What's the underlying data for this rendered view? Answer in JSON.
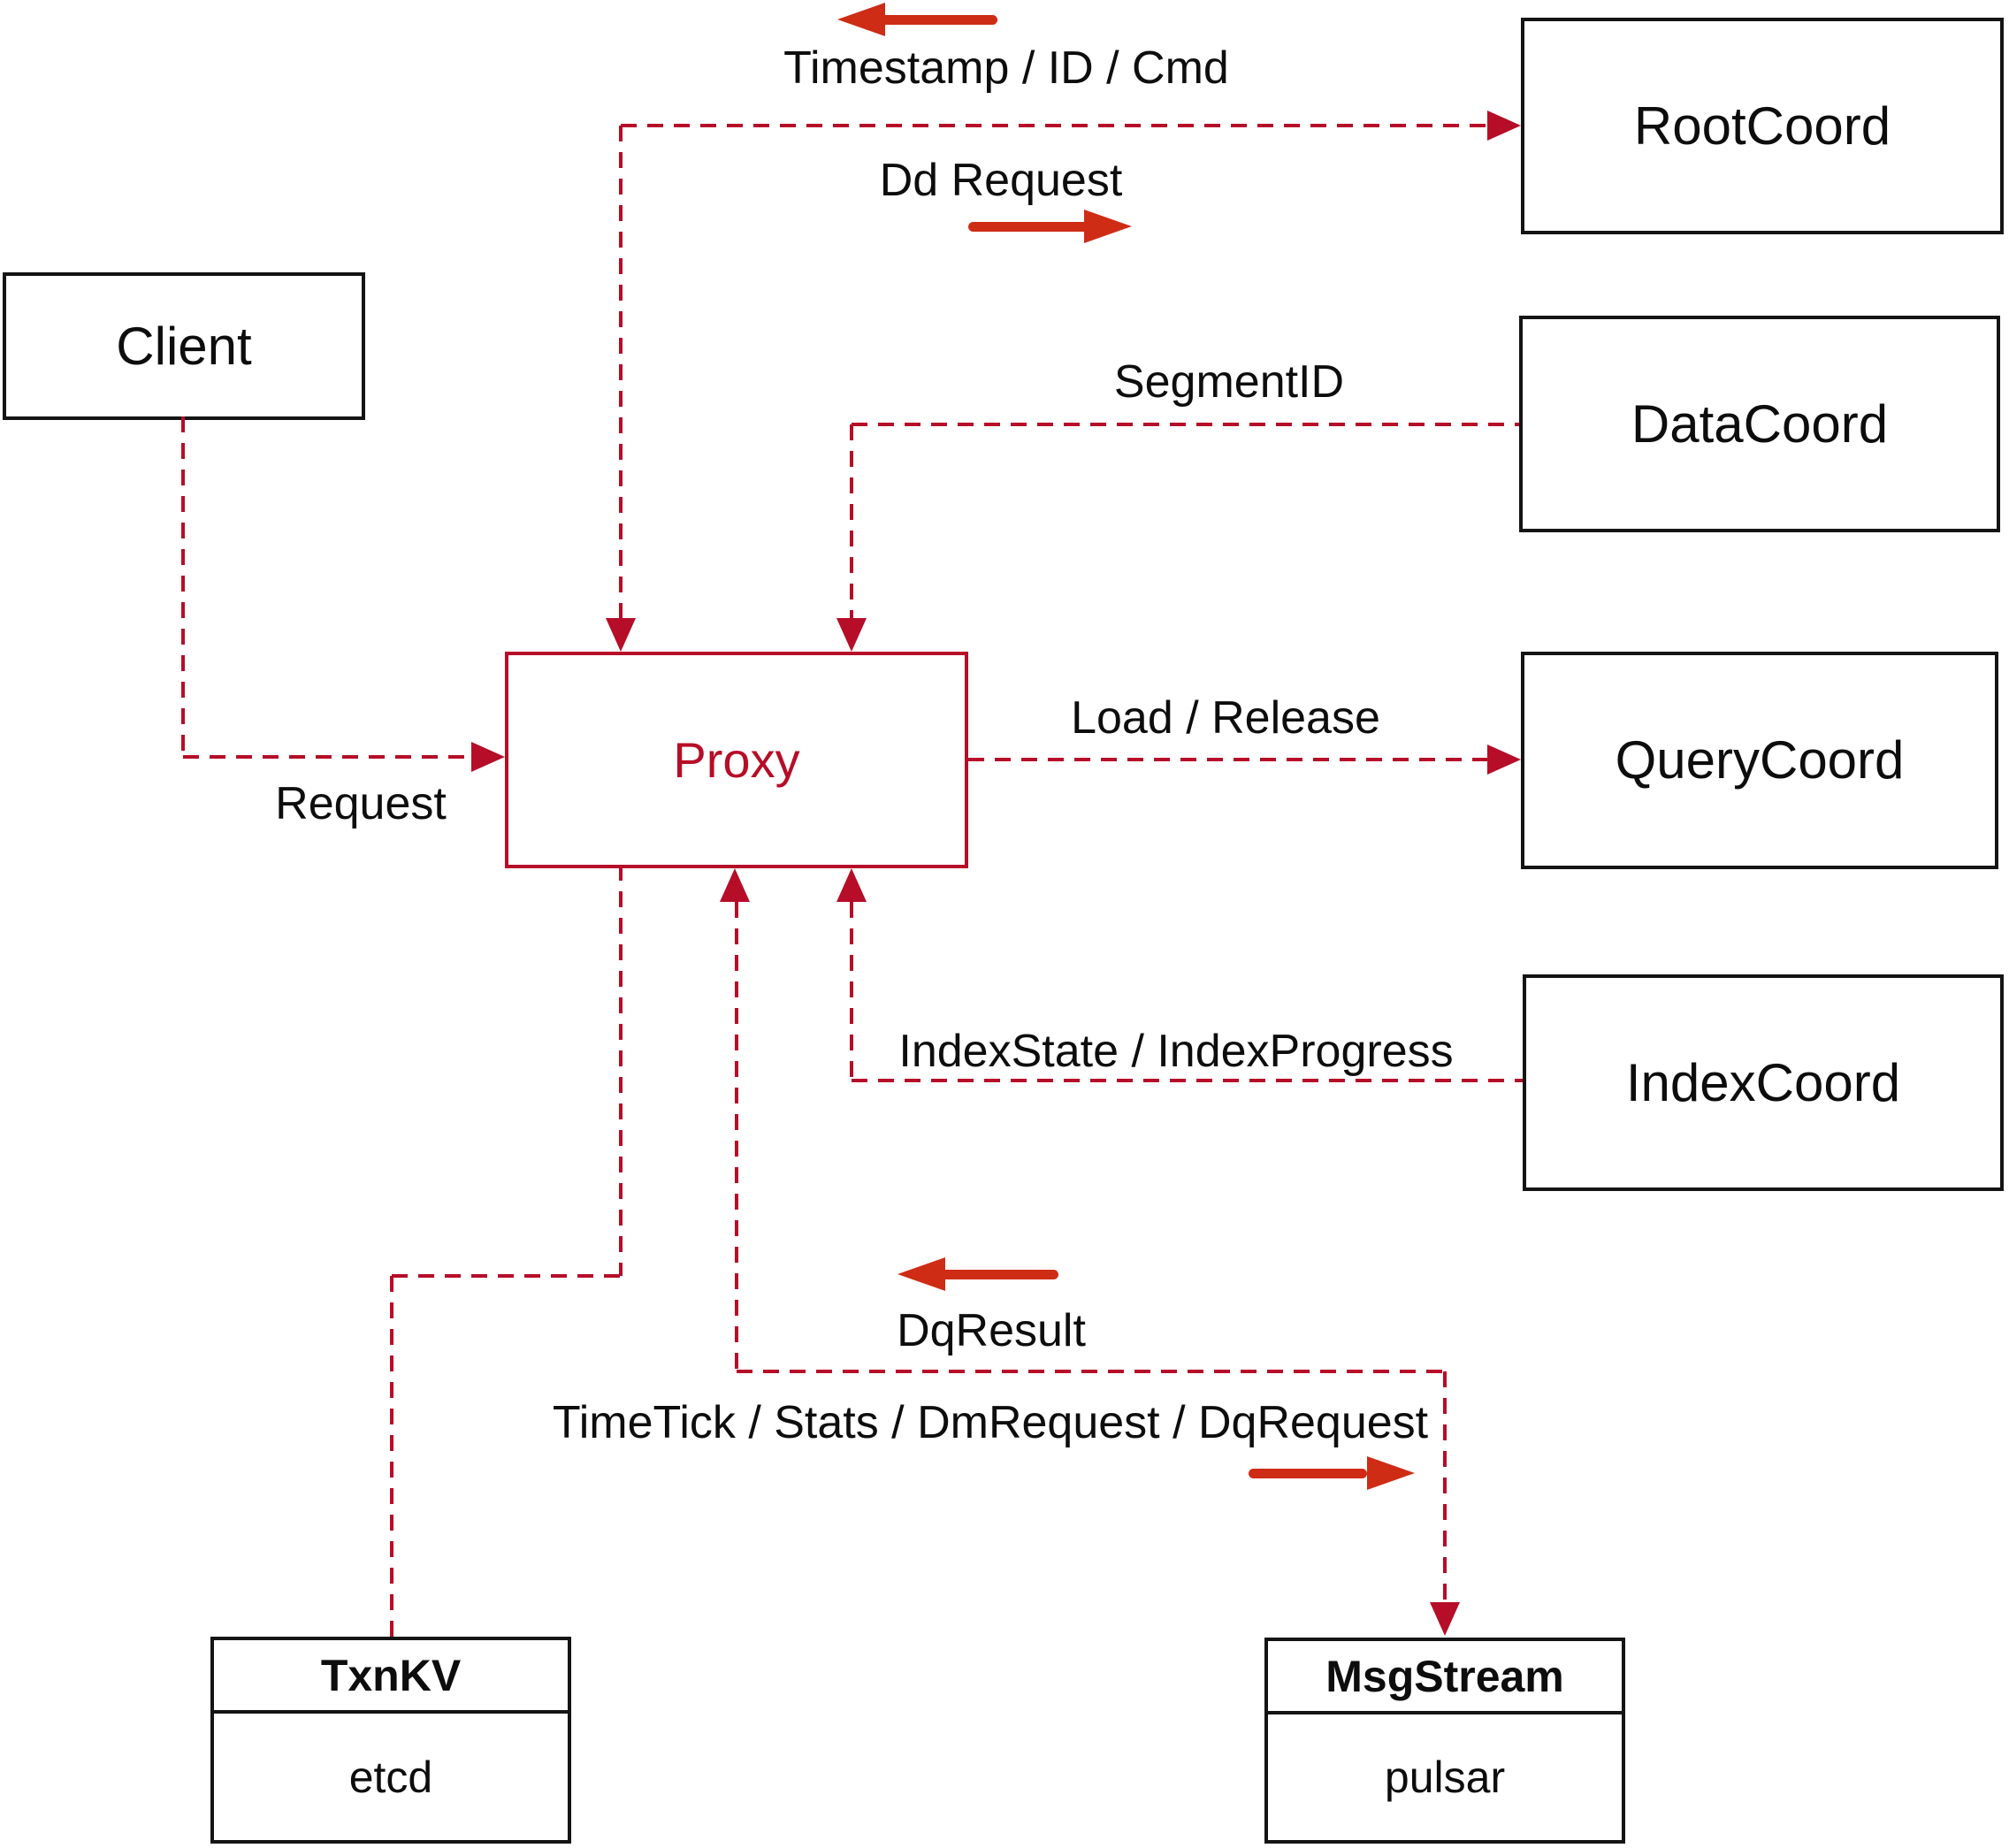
{
  "colors": {
    "dashed_red": "#b60d28",
    "solid_red": "#ce2c15",
    "box_border": "#141414",
    "text": "#0d0d0d",
    "background": "#ffffff"
  },
  "nodes": {
    "client": {
      "label": "Client"
    },
    "proxy": {
      "label": "Proxy"
    },
    "rootcoord": {
      "label": "RootCoord"
    },
    "datacoord": {
      "label": "DataCoord"
    },
    "querycoord": {
      "label": "QueryCoord"
    },
    "indexcoord": {
      "label": "IndexCoord"
    },
    "txnkv": {
      "title": "TxnKV",
      "subtitle": "etcd"
    },
    "msgstream": {
      "title": "MsgStream",
      "subtitle": "pulsar"
    }
  },
  "edge_labels": {
    "timestamp": "Timestamp / ID / Cmd",
    "dd_request": "Dd Request",
    "segment_id": "SegmentID",
    "load_release": "Load / Release",
    "request": "Request",
    "index_state": "IndexState / IndexProgress",
    "dq_result": "DqResult",
    "time_tick": "TimeTick / Stats / DmRequest / DqRequest"
  },
  "icons": {
    "arrow_left_icon": "solid left-pointing flow arrow",
    "arrow_right_icon": "solid right-pointing flow arrow"
  }
}
